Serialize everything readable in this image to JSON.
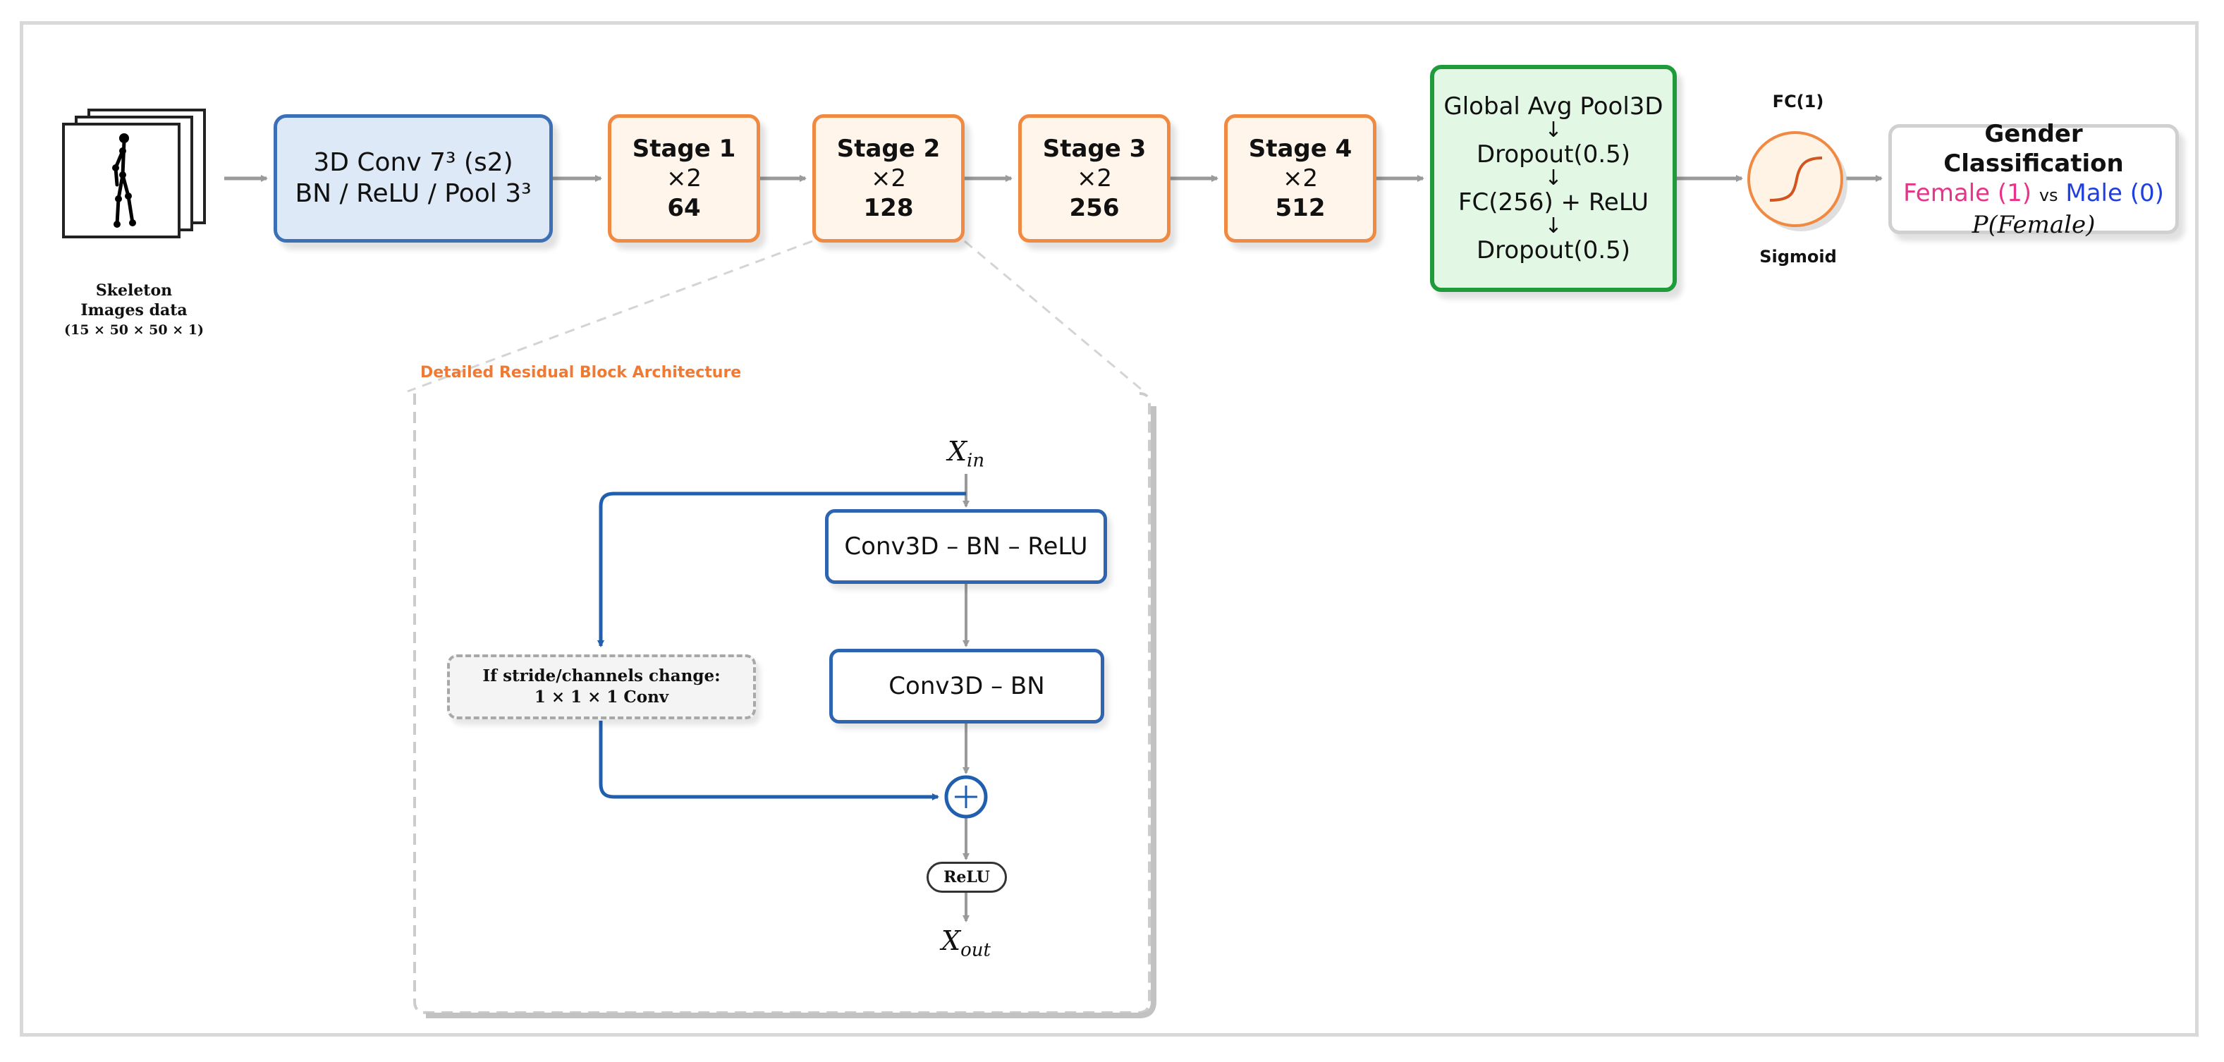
{
  "input": {
    "caption_line1": "Skeleton",
    "caption_line2": "Images data",
    "caption_line3": "(15 × 50 × 50 × 1)"
  },
  "stem": {
    "line1": "3D Conv 7³ (s2)",
    "line2": "BN / ReLU / Pool 3³"
  },
  "stages": [
    {
      "title": "Stage 1",
      "repeat": "×2",
      "channels": "64"
    },
    {
      "title": "Stage 2",
      "repeat": "×2",
      "channels": "128"
    },
    {
      "title": "Stage 3",
      "repeat": "×2",
      "channels": "256"
    },
    {
      "title": "Stage 4",
      "repeat": "×2",
      "channels": "512"
    }
  ],
  "head": {
    "line1": "Global Avg Pool3D",
    "arrow": "↓",
    "line2": "Dropout(0.5)",
    "line3": "FC(256) + ReLU",
    "line4": "Dropout(0.5)"
  },
  "sigmoid": {
    "top_label": "FC(1)",
    "bottom_label": "Sigmoid"
  },
  "output": {
    "title": "Gender Classification",
    "female": "Female (1)",
    "vs": "vs",
    "male": "Male (0)",
    "prob": "P(Female)"
  },
  "residual": {
    "panel_title": "Detailed Residual Block Architecture",
    "x_in": "X",
    "x_in_sub": "in",
    "conv1": "Conv3D – BN – ReLU",
    "conv2": "Conv3D – BN",
    "shortcut_line1": "If stride/channels change:",
    "shortcut_line2": "1 × 1 × 1 Conv",
    "add_symbol": "+",
    "relu": "ReLU",
    "x_out": "X",
    "x_out_sub": "out"
  },
  "colors": {
    "stem_fill": "#dde9f7",
    "stem_border": "#3b6fb6",
    "stage_fill": "#fff5ea",
    "stage_border": "#f08a43",
    "head_fill": "#e3f7e5",
    "head_border": "#1f9b3b",
    "female": "#e8338a",
    "male": "#1f3fe0",
    "panel_title": "#f07a34",
    "shortcut_arrow": "#1f5fae",
    "main_arrow": "#9a9a9a"
  }
}
